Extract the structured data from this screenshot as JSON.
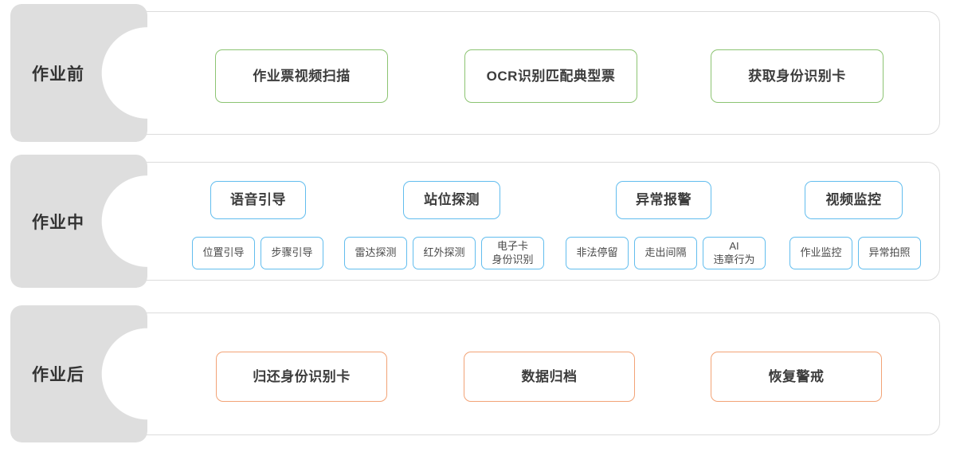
{
  "diagram": {
    "title_rows": [
      "作业前",
      "作业中",
      "作业后"
    ],
    "colors": {
      "green": "#8cc472",
      "blue": "#62bdee",
      "orange": "#f2a376",
      "tab_bg": "#dedede",
      "panel_border": "#dcdcdc",
      "text": "#3a3a3a"
    },
    "rows": [
      {
        "label": "作业前",
        "accent": "green",
        "primary": [
          {
            "text": "作业票视频扫描"
          },
          {
            "text": "OCR识别匹配典型票"
          },
          {
            "text": "获取身份识别卡"
          }
        ],
        "secondary": []
      },
      {
        "label": "作业中",
        "accent": "blue",
        "primary": [
          {
            "text": "语音引导"
          },
          {
            "text": "站位探测"
          },
          {
            "text": "异常报警"
          },
          {
            "text": "视频监控"
          }
        ],
        "secondary": [
          {
            "text": "位置引导"
          },
          {
            "text": "步骤引导"
          },
          {
            "text": "雷达探测"
          },
          {
            "text": "红外探测"
          },
          {
            "text": "电子卡\n身份识别"
          },
          {
            "text": "非法停留"
          },
          {
            "text": "走出间隔"
          },
          {
            "text": "AI\n违章行为"
          },
          {
            "text": "作业监控"
          },
          {
            "text": "异常拍照"
          }
        ]
      },
      {
        "label": "作业后",
        "accent": "orange",
        "primary": [
          {
            "text": "归还身份识别卡"
          },
          {
            "text": "数据归档"
          },
          {
            "text": "恢复警戒"
          }
        ],
        "secondary": []
      }
    ]
  }
}
